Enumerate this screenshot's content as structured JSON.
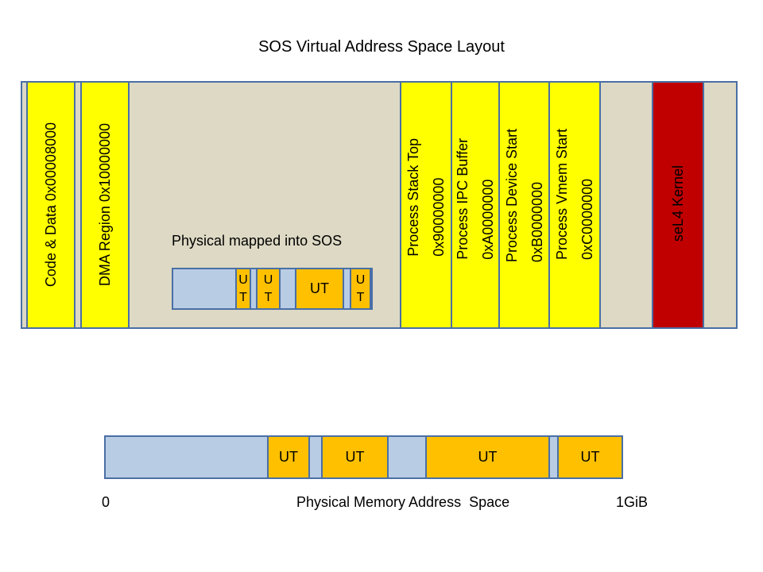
{
  "title": "SOS Virtual Address Space Layout",
  "virtual_space": {
    "code_data_label": "Code & Data 0x00008000",
    "dma_label": "DMA Region 0x10000000",
    "physical_mapped_label": "Physical mapped into SOS",
    "mapped_ut": [
      "U T",
      "U T",
      "UT",
      "U T"
    ],
    "stack_top_label": "Process Stack Top\n0x90000000",
    "ipc_buffer_label": "Process IPC Buffer\n0xA0000000",
    "device_start_label": "Process Device Start\n0xB0000000",
    "vmem_start_label": "Process Vmem Start\n0xC0000000",
    "kernel_label": "seL4 Kernel"
  },
  "physical_space": {
    "ut_labels": [
      "UT",
      "UT",
      "UT",
      "UT"
    ],
    "start_label": "0",
    "axis_label": "Physical Memory Address  Space",
    "end_label": "1GiB"
  },
  "colors": {
    "background_region": "#ddd9c4",
    "yellow_region": "#ffff00",
    "kernel_region": "#c00000",
    "free_memory": "#b8cce4",
    "untyped": "#ffc000",
    "border": "#4a6fa5"
  }
}
